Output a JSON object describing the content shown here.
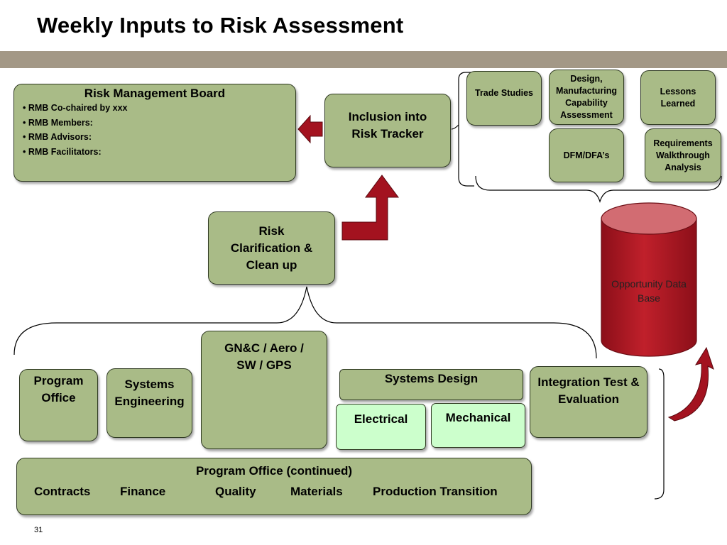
{
  "title": "Weekly Inputs to Risk Assessment",
  "rmb": {
    "title": "Risk Management Board",
    "items": [
      "RMB  Co-chaired by xxx",
      "RMB Members:",
      "RMB Advisors:",
      "RMB Facilitators:"
    ]
  },
  "inclusion": "Inclusion into Risk Tracker",
  "trade_studies": "Trade Studies",
  "design_assessment": "Design, Manufacturing Capability Assessment",
  "lessons_learned": "Lessons Learned",
  "dfm": "DFM/DFA’s",
  "requirements": "Requirements Walkthrough Analysis",
  "database": "Opportunity Data Base",
  "risk_clarification": "Risk Clarification & Clean up",
  "gnc": "GN&C / Aero / SW /  GPS",
  "program_office": "Program Office",
  "systems_engineering": "Systems Engineering",
  "systems_design": "Systems Design",
  "electrical": "Electrical",
  "mechanical": "Mechanical",
  "integration": "Integration Test & Evaluation",
  "po_continued": {
    "title": "Program Office (continued)",
    "items": [
      "Contracts",
      "Finance",
      "Quality",
      "Materials",
      "Production Transition"
    ]
  },
  "page_number": "31",
  "colors": {
    "box_fill": "#a9bb87",
    "light_fill": "#ccffcc",
    "arrow": "#a3121f",
    "cylinder": "#b01822",
    "band": "#a39886"
  }
}
